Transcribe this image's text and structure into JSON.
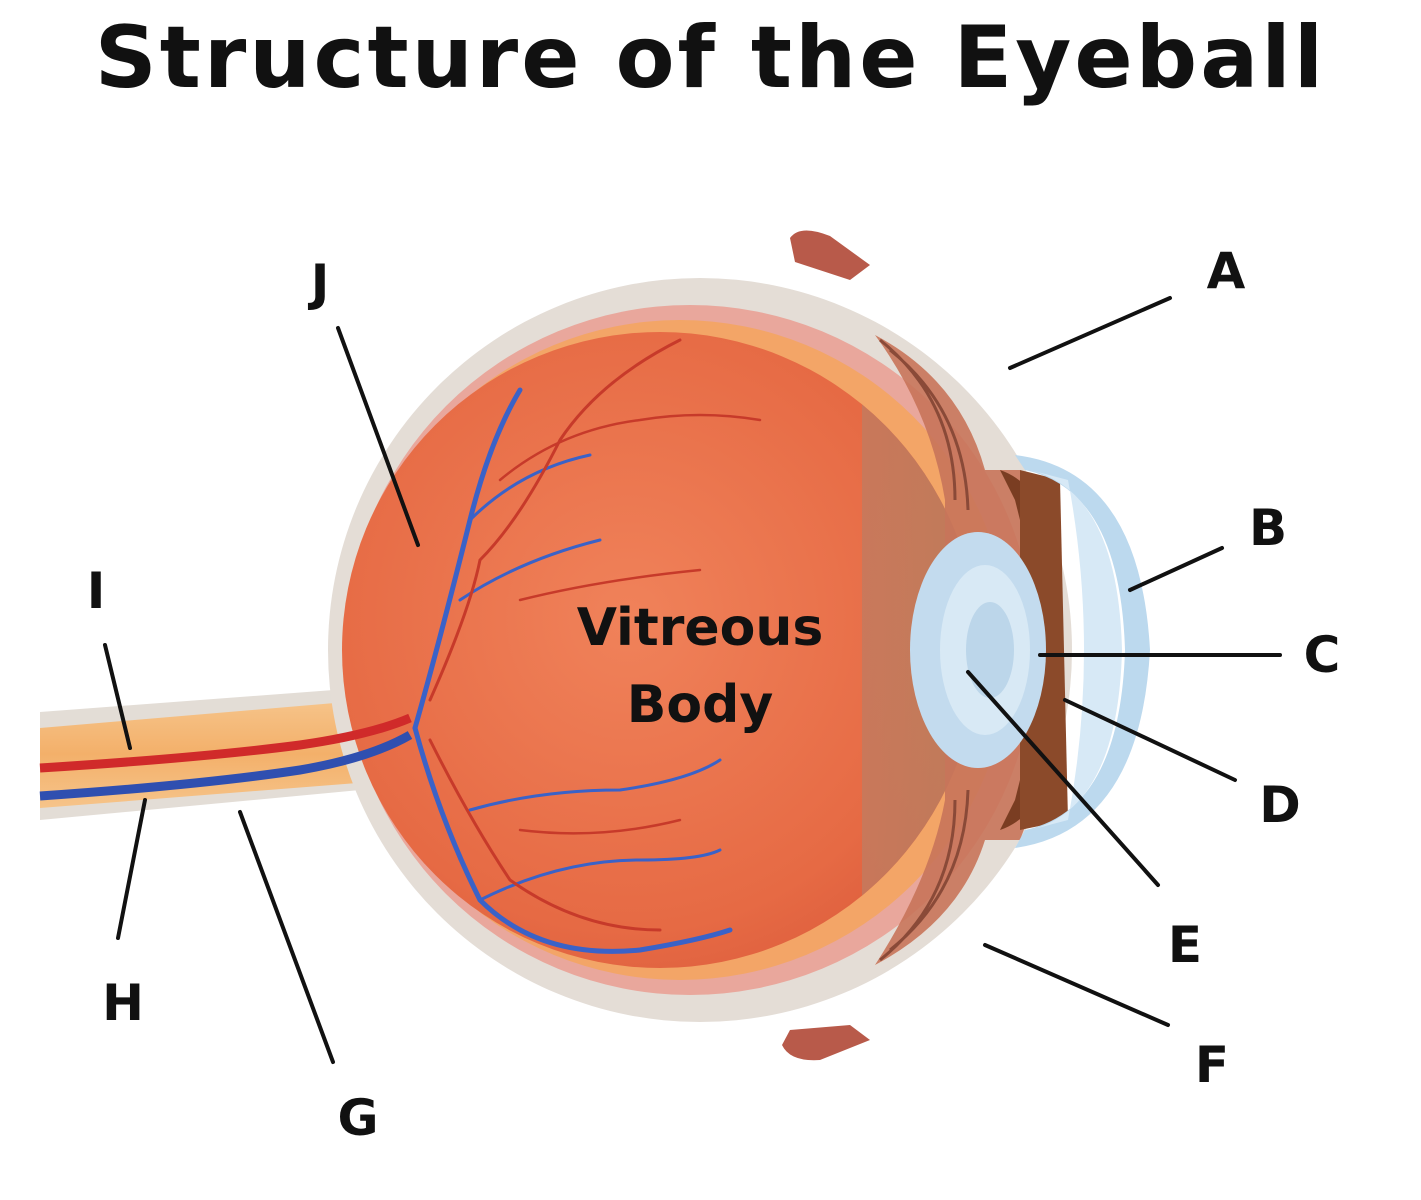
{
  "title": "Structure of the Eyeball",
  "center_label": {
    "line1": "Vitreous",
    "line2": "Body"
  },
  "labels": {
    "A": "A",
    "B": "B",
    "C": "C",
    "D": "D",
    "E": "E",
    "F": "F",
    "G": "G",
    "H": "H",
    "I": "I",
    "J": "J"
  }
}
